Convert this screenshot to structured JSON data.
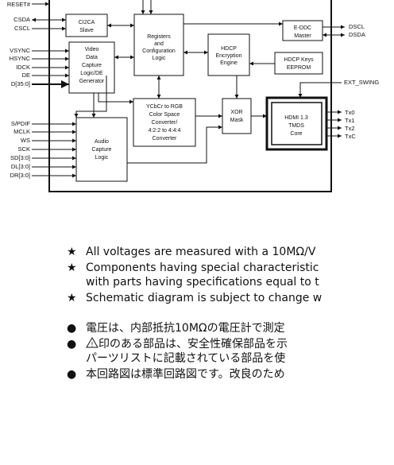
{
  "signals": {
    "left": {
      "reset": "RESET#",
      "csda": "CSDA",
      "cscl": "CSCL",
      "vsync": "VSYNC",
      "hsync": "HSYNC",
      "idck": "IDCK",
      "de": "DE",
      "d": "D[35:0]",
      "spdif": "S/PDIF",
      "mclk": "MCLK",
      "ws": "WS",
      "sck": "SCK",
      "sd": "SD[3:0]",
      "dl": "DL[3:0]",
      "dr": "DR[3:0]"
    },
    "right": {
      "dscl": "DSCL",
      "dsda": "DSDA",
      "ext_swing": "EXT_SWING",
      "tx0": "Tx0",
      "tx1": "Tx1",
      "tx2": "Tx2",
      "txc": "TxC"
    }
  },
  "blocks": {
    "ci2ca": [
      "CI2CA",
      "Slave"
    ],
    "registers": [
      "Registers",
      "and",
      "Configuration",
      "Logic"
    ],
    "video": [
      "Video",
      "Data",
      "Capture",
      "Logic/DE",
      "Generator"
    ],
    "hdcp": [
      "HDCP",
      "Encryption",
      "Engine"
    ],
    "hdcp_keys": [
      "HDCP Keys",
      "EEPROM"
    ],
    "edde": [
      "E-DDC",
      "Master"
    ],
    "ycbcr": [
      "YCbCr  to RGB",
      "Color Space",
      "Converter/",
      "4:2:2 to 4:4:4",
      "Converter"
    ],
    "xor": [
      "XOR",
      "Mask"
    ],
    "hdmi": [
      "HDMI 1.3",
      "TMDS",
      "Core"
    ],
    "audio": [
      "Audio",
      "Capture",
      "Logic"
    ]
  },
  "notes": {
    "en": [
      "All voltages are measured with a 10MΩ/V",
      "Components having special characteristic",
      "with parts having specifications equal to t",
      "Schematic diagram is subject to change w"
    ],
    "jp": [
      "電圧は、内部抵抗10MΩの電圧計で測定",
      "印のある部品は、安全性確保部品を示",
      "パーツリストに記載されている部品を使",
      "本回路図は標準回路図です。改良のため"
    ]
  },
  "glyphs": {
    "star": "★",
    "dot": "●",
    "warning": "!"
  }
}
